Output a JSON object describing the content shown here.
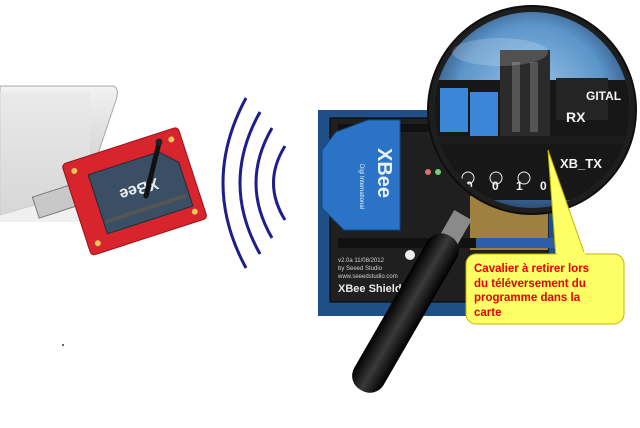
{
  "callout": {
    "text": "Cavalier à retirer lors\ndu téléversement  du\nprogramme dans la\ncarte",
    "color": "#e60000",
    "background": "#ffff66"
  },
  "left_module": {
    "brand": "XBee",
    "color": "#d8242c"
  },
  "shield": {
    "module_brand": "XBee",
    "module_sub": "Digi International",
    "model": "XBee Shield",
    "version": "v2.0a 11/08/2012",
    "maker": "by Seeed Studio",
    "site": "www.seeedstudio.com"
  },
  "magnifier": {
    "labels": [
      "RX",
      "XB_TX",
      "GITAL"
    ],
    "pin_numbers": [
      "0",
      "0",
      "1",
      "0"
    ]
  },
  "colors": {
    "wave": "#1d1d8c",
    "shield_board": "#1f1f1f",
    "xbee_module": "#2a73c7",
    "handle": "#141414"
  }
}
